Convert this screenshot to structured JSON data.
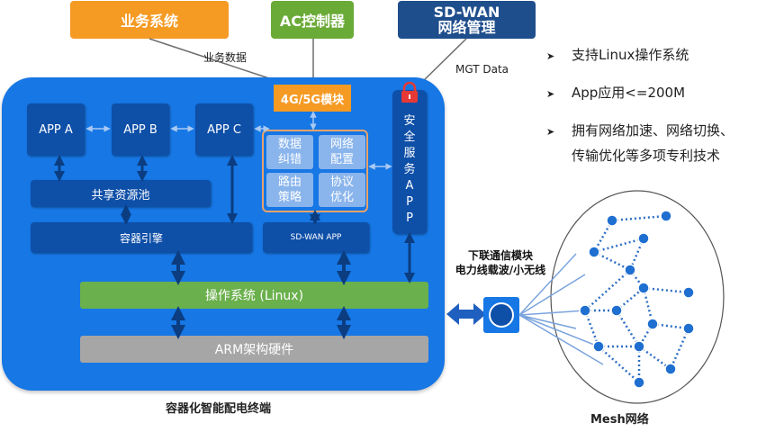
{
  "top_nodes": {
    "business_system": "业务系统",
    "ac_controller": "AC控制器",
    "sdwan_title": "SD-WAN",
    "sdwan_subtitle": "网络管理"
  },
  "edge_labels": {
    "business_data": "业务数据",
    "mgt_data": "MGT Data"
  },
  "terminal": {
    "caption": "容器化智能配电终端",
    "apps": [
      "APP A",
      "APP B",
      "APP C"
    ],
    "module_4g5g": "4G/5G模块",
    "shared_pool": "共享资源池",
    "container_engine": "容器引擎",
    "sdwan_app": "SD-WAN APP",
    "functions": [
      {
        "line1": "数据",
        "line2": "纠错"
      },
      {
        "line1": "网络",
        "line2": "配置"
      },
      {
        "line1": "路由",
        "line2": "策略"
      },
      {
        "line1": "协议",
        "line2": "优化"
      }
    ],
    "security_app_chars": [
      "安",
      "全",
      "服",
      "务",
      "A",
      "P",
      "P"
    ],
    "os": "操作系统 (Linux)",
    "hardware": "ARM架构硬件"
  },
  "bullets": [
    "支持Linux操作系统",
    "App应用<=200M",
    "拥有网络加速、网络切换、",
    "传输优化等多项专利技术"
  ],
  "bullet_mark": "➤",
  "downlink": {
    "line1": "下联通信模块",
    "line2": "电力线载波/小无线"
  },
  "mesh_caption": "Mesh网络",
  "colors": {
    "terminal_blue": "#1677e5",
    "dark_blue": "#0e4fa8",
    "light_cell": "#8ab5ec",
    "orange": "#f59a23",
    "green": "#6ab04c",
    "gray": "#a6a6a6",
    "navy": "#1f4e8c",
    "mesh_node": "#1f6fd1"
  }
}
